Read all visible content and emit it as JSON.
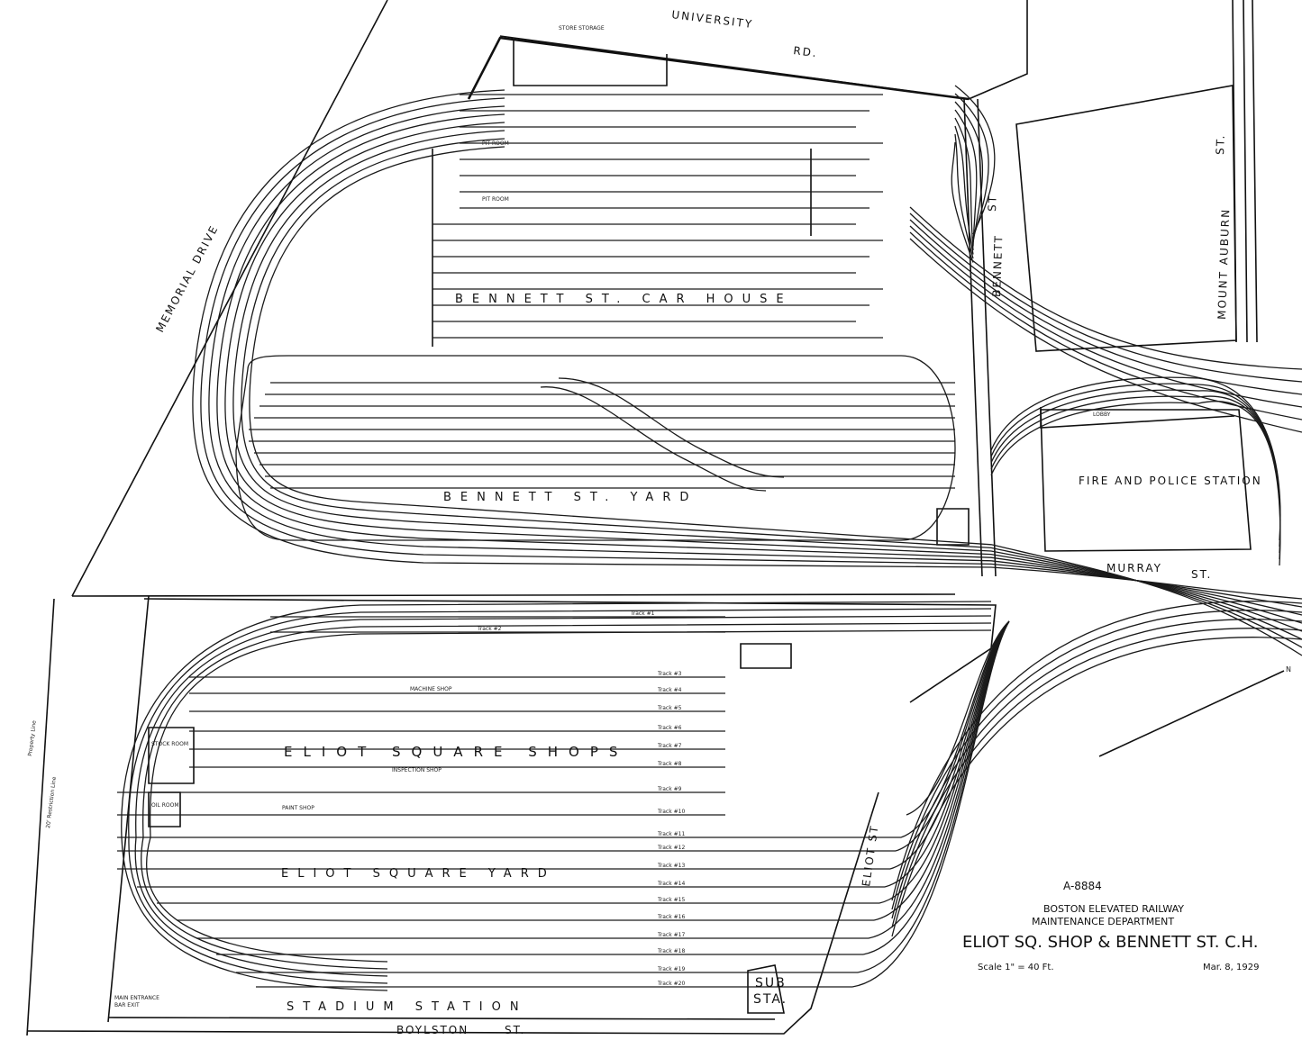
{
  "streets": {
    "university_rd": "UNIVERSITY",
    "university_rd_suffix": "RD.",
    "memorial_drive": "MEMORIAL DRIVE",
    "bennett_st": "BENNETT",
    "bennett_st_suffix": "ST",
    "mount_auburn": "MOUNT AUBURN",
    "mount_auburn_suffix": "ST.",
    "murray": "MURRAY",
    "murray_suffix": "ST.",
    "eliot_st": "ELIOT ST",
    "boylston": "BOYLSTON",
    "boylston_suffix": "ST.",
    "property_line": "Property Line",
    "restriction_line": "20' Restriction Line"
  },
  "areas": {
    "car_house": "BENNETT ST. CAR HOUSE",
    "bennett_yard": "BENNETT ST. YARD",
    "fire_police": "FIRE AND POLICE STATION",
    "eliot_shops": "ELIOT SQUARE SHOPS",
    "eliot_yard": "ELIOT SQUARE YARD",
    "stadium_station": "STADIUM STATION",
    "sub_station_1": "SUB",
    "sub_station_2": "STA.",
    "pit_room_1": "PIT ROOM",
    "pit_room_2": "PIT ROOM",
    "machine_shop": "MACHINE SHOP",
    "inspection_shop": "INSPECTION SHOP",
    "paint_shop": "PAINT SHOP",
    "stock_room": "STOCK ROOM",
    "oil_room": "OIL ROOM",
    "main_entrance": "MAIN ENTRANCE",
    "bar_exit": "BAR EXIT",
    "lobby": "LOBBY",
    "store_storage": "STORE STORAGE",
    "north": "N"
  },
  "tracks": [
    "Track #1",
    "Track #2",
    "Track #3",
    "Track #4",
    "Track #5",
    "Track #6",
    "Track #7",
    "Track #8",
    "Track #9",
    "Track #10",
    "Track #11",
    "Track #12",
    "Track #13",
    "Track #14",
    "Track #15",
    "Track #16",
    "Track #17",
    "Track #18",
    "Track #19",
    "Track #20"
  ],
  "title_block": {
    "drawing_no": "A-8884",
    "org": "BOSTON ELEVATED RAILWAY",
    "dept": "MAINTENANCE DEPARTMENT",
    "title": "ELIOT SQ. SHOP & BENNETT ST. C.H.",
    "scale": "Scale 1\" = 40 Ft.",
    "date": "Mar. 8, 1929"
  }
}
